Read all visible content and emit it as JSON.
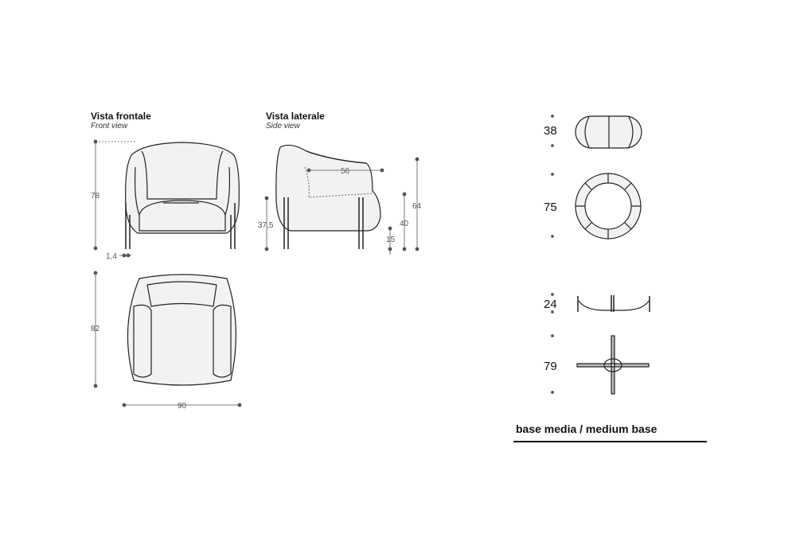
{
  "front_view": {
    "title": "Vista frontale",
    "subtitle": "Front view",
    "height": "78",
    "leg": "1,4"
  },
  "side_view": {
    "title": "Vista laterale",
    "subtitle": "Side view",
    "depth_seat": "56",
    "seat_height": "37,5",
    "arm_height": "40",
    "clearance": "15",
    "total_height": "64"
  },
  "top_view": {
    "depth": "82",
    "width": "90"
  },
  "base": {
    "dims": [
      "38",
      "75",
      "24",
      "79"
    ],
    "caption": "base media / medium base"
  },
  "colors": {
    "line": "#222222",
    "fill": "#f2f2f2",
    "dim": "#555555"
  }
}
